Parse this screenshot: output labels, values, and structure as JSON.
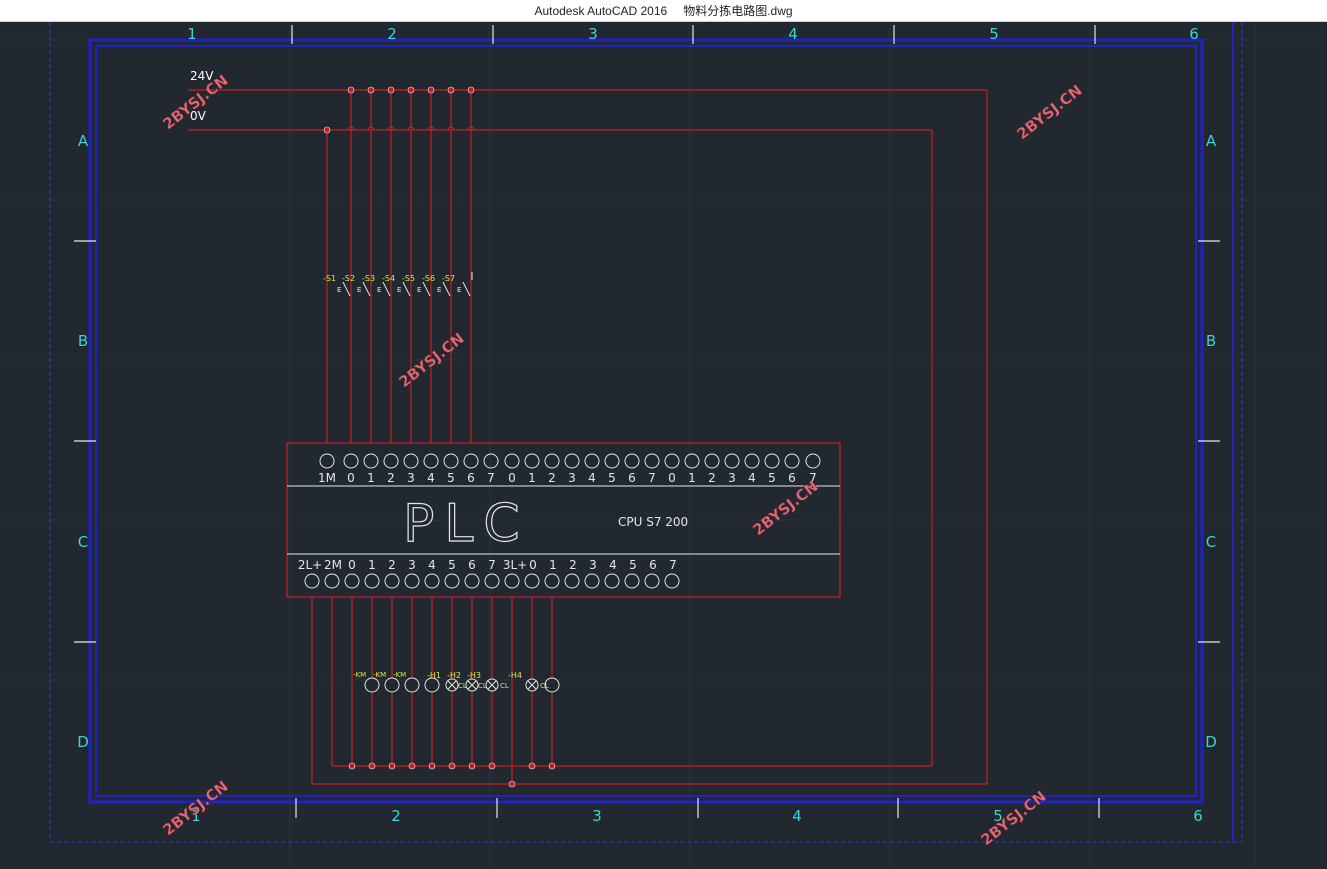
{
  "window": {
    "app_title": "Autodesk AutoCAD 2016",
    "file_name": "物料分拣电路图.dwg"
  },
  "frame": {
    "columns": [
      "1",
      "2",
      "3",
      "4",
      "5",
      "6"
    ],
    "rows": [
      "A",
      "B",
      "C",
      "D"
    ]
  },
  "power": {
    "v24_label": "24V",
    "v0_label": "0V"
  },
  "switches": [
    "-S1",
    "-S2",
    "-S3",
    "-S4",
    "-S5",
    "-S6",
    "-S7"
  ],
  "plc": {
    "title": "PLC",
    "model": "CPU S7 200",
    "top_terminals": [
      "1M",
      "0",
      "1",
      "2",
      "3",
      "4",
      "5",
      "6",
      "7",
      "0",
      "1",
      "2",
      "3",
      "4",
      "5",
      "6",
      "7",
      "0",
      "1",
      "2",
      "3",
      "4",
      "5",
      "6",
      "7"
    ],
    "bottom_terminals": [
      "2L+",
      "2M",
      "0",
      "1",
      "2",
      "3",
      "4",
      "5",
      "6",
      "7",
      "3L+",
      "0",
      "1",
      "2",
      "3",
      "4",
      "5",
      "6",
      "7"
    ]
  },
  "lamps": [
    "-H1",
    "-H2",
    "-H3",
    "-H4"
  ],
  "watermark": "2BYSJ.CN",
  "colors": {
    "background": "#212830",
    "frame_border": "#1e22c8",
    "wire": "#c81e1e",
    "cyan_text": "#3fd3d3",
    "white_line": "#e6e6e6",
    "yellow_text": "#e6e640",
    "watermark": "#d9707a"
  }
}
